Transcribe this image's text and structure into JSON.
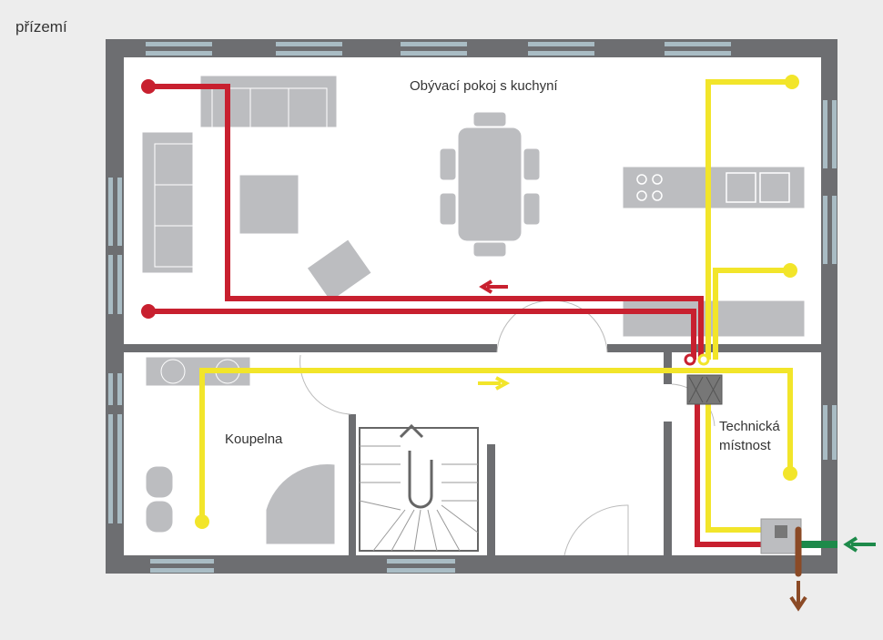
{
  "floor_label": "přízemí",
  "rooms": {
    "living": "Obývací pokoj s kuchyní",
    "bathroom": "Koupelna",
    "technical_line1": "Technická",
    "technical_line2": "místnost"
  },
  "colors": {
    "wall": "#6d6e71",
    "window": "#a9bcc4",
    "furniture": "#bcbdc0",
    "exhaust": "#c8202f",
    "supply": "#f2e52a",
    "outdoor": "#1d8a4a",
    "waste": "#8b4a26"
  }
}
